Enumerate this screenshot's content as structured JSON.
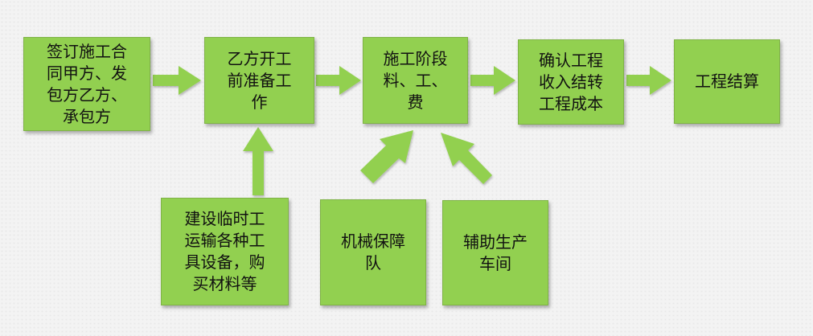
{
  "diagram": {
    "boxes": {
      "sign_contract": "签订施工合\n同甲方、发\n包方乙方、\n承包方",
      "preparation": "乙方开工\n前准备工\n作",
      "construction": "施工阶段\n料、工、\n费",
      "confirm_cost": "确认工程\n收入结转\n工程成本",
      "settlement": "工程结算",
      "temp_facilities": "建设临时工\n运输各种工\n具设备，购\n买材料等",
      "machinery": "机械保障\n队",
      "aux_workshop": "辅助生产\n车间"
    },
    "colors": {
      "box_fill": "#92d050",
      "arrow_fill": "#92d050",
      "background": "#f3f3f3"
    }
  }
}
